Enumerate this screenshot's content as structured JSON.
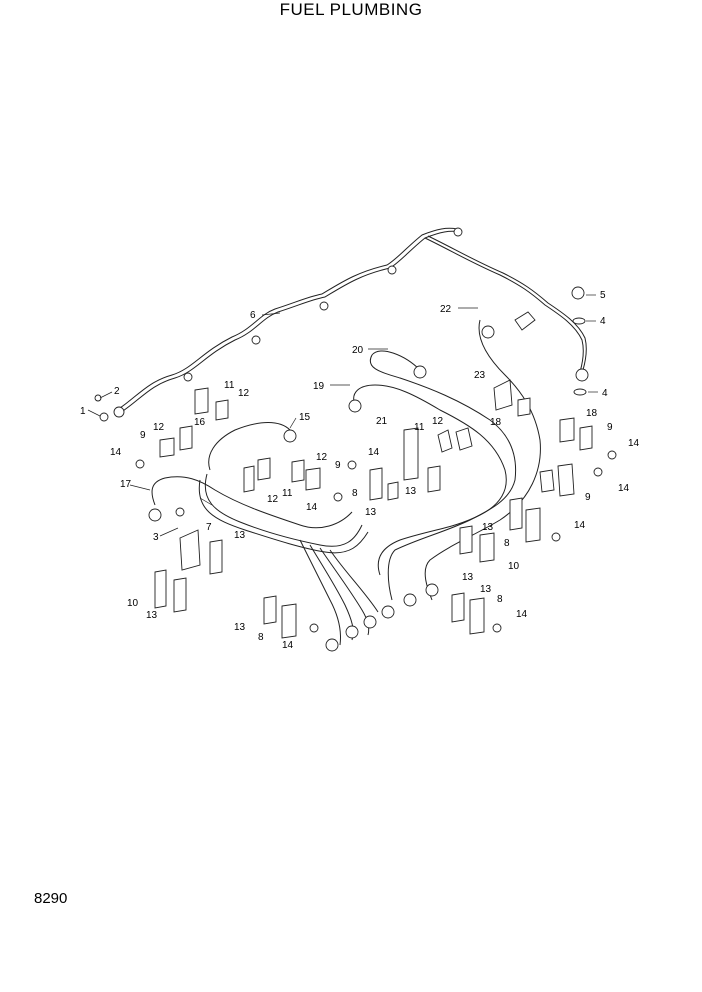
{
  "title": "FUEL PLUMBING",
  "page_number": "8290",
  "callouts": {
    "c1": "1",
    "c2": "2",
    "c3": "3",
    "c4a": "4",
    "c4b": "4",
    "c5": "5",
    "c6": "6",
    "c7": "7",
    "c8a": "8",
    "c8b": "8",
    "c8c": "8",
    "c8d": "8",
    "c9a": "9",
    "c9b": "9",
    "c9c": "9",
    "c9d": "9",
    "c10a": "10",
    "c10b": "10",
    "c11a": "11",
    "c11b": "11",
    "c11c": "11",
    "c12a": "12",
    "c12b": "12",
    "c12c": "12",
    "c12d": "12",
    "c12e": "12",
    "c13a": "13",
    "c13b": "13",
    "c13c": "13",
    "c13d": "13",
    "c13e": "13",
    "c13f": "13",
    "c13g": "13",
    "c13h": "13",
    "c14a": "14",
    "c14b": "14",
    "c14c": "14",
    "c14d": "14",
    "c14e": "14",
    "c14f": "14",
    "c14g": "14",
    "c14h": "14",
    "c15": "15",
    "c16": "16",
    "c17": "17",
    "c18a": "18",
    "c18b": "18",
    "c19": "19",
    "c20": "20",
    "c21": "21",
    "c22": "22",
    "c23": "23"
  }
}
